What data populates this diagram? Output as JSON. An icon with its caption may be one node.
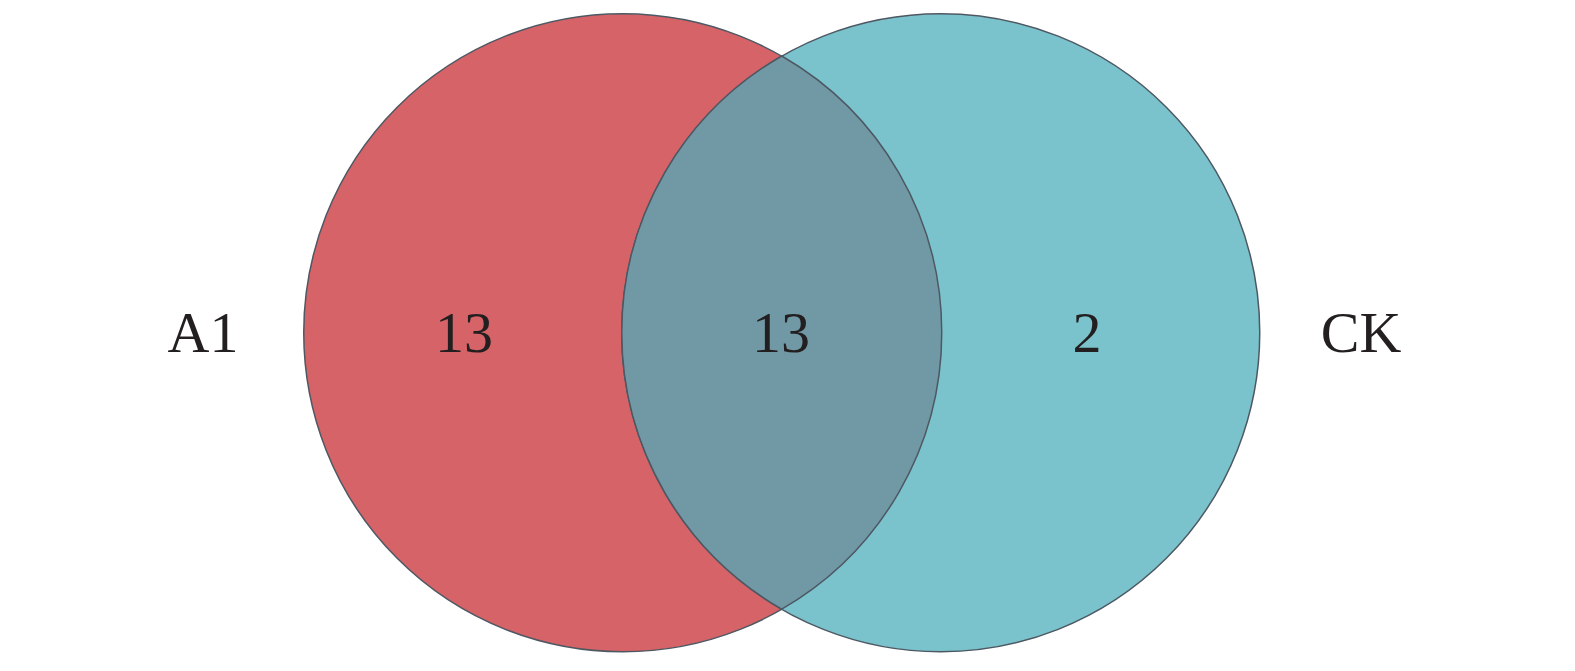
{
  "diagram": {
    "nodes": [
      {
        "text": [
          "A1",
          "13"
        ]
      },
      {
        "text": [
          "2",
          "CK"
        ]
      }
    ],
    "labels": [
      "13"
    ]
  }
}
